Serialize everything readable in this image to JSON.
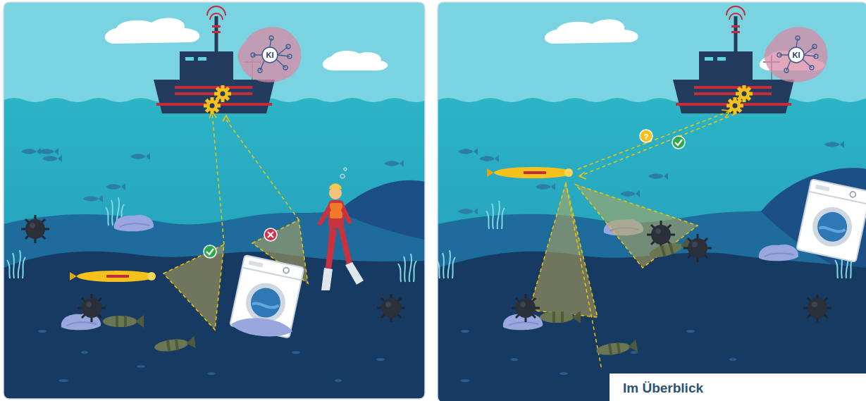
{
  "diagram": {
    "nodes": [
      {
        "text": [
          "Im Überblick"
        ]
      }
    ],
    "labels": [
      "KI",
      "KI",
      "?"
    ]
  }
}
